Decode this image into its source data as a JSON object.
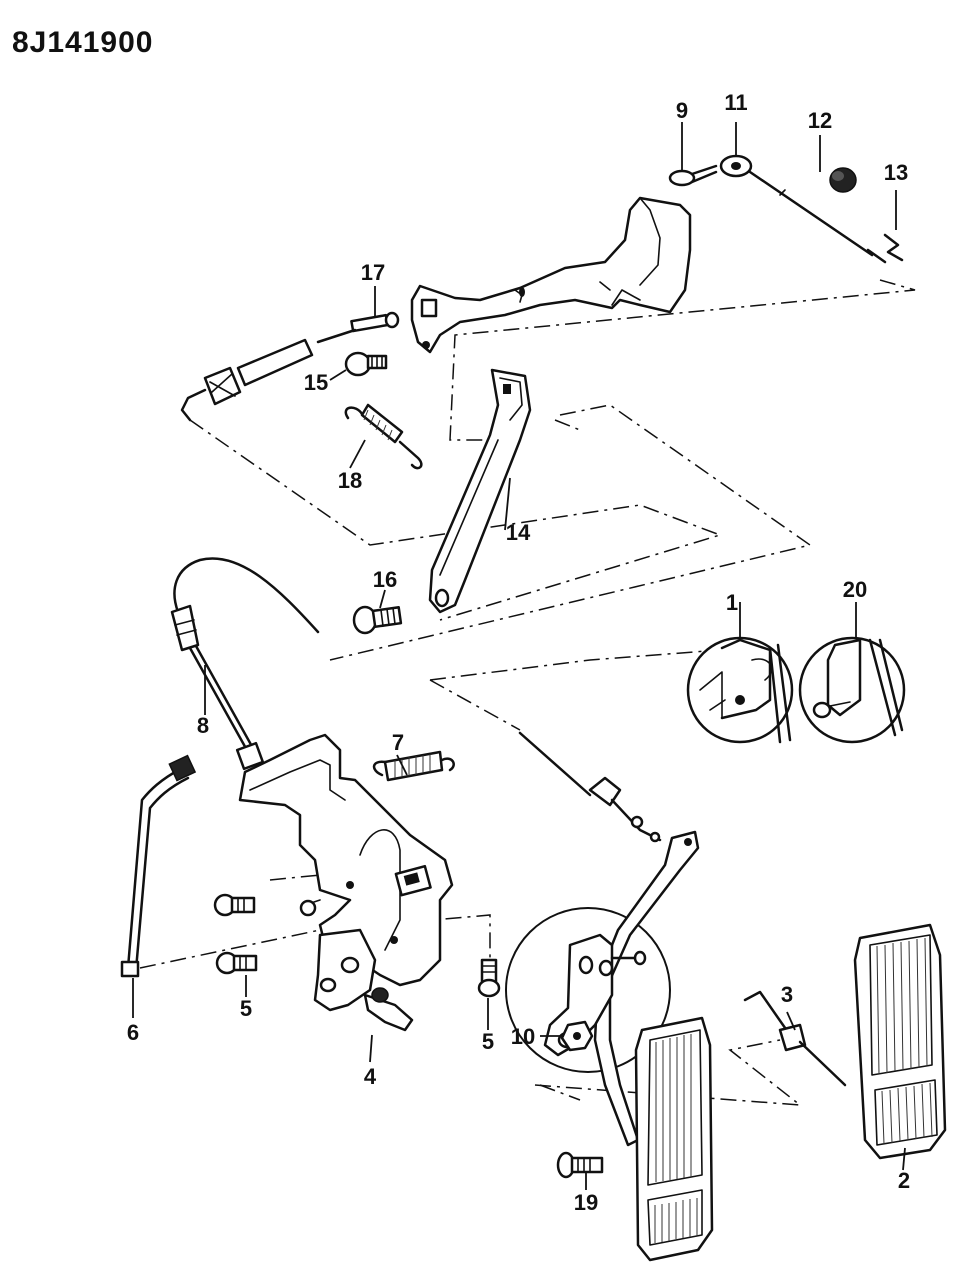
{
  "diagram": {
    "code": "8J141900",
    "callouts": [
      {
        "id": "c1",
        "text": "1"
      },
      {
        "id": "c2",
        "text": "2"
      },
      {
        "id": "c3",
        "text": "3"
      },
      {
        "id": "c4",
        "text": "4"
      },
      {
        "id": "c5a",
        "text": "5"
      },
      {
        "id": "c5b",
        "text": "5"
      },
      {
        "id": "c6",
        "text": "6"
      },
      {
        "id": "c7",
        "text": "7"
      },
      {
        "id": "c8",
        "text": "8"
      },
      {
        "id": "c9",
        "text": "9"
      },
      {
        "id": "c10",
        "text": "10"
      },
      {
        "id": "c11",
        "text": "11"
      },
      {
        "id": "c12",
        "text": "12"
      },
      {
        "id": "c13",
        "text": "13"
      },
      {
        "id": "c14",
        "text": "14"
      },
      {
        "id": "c15",
        "text": "15"
      },
      {
        "id": "c16",
        "text": "16"
      },
      {
        "id": "c17",
        "text": "17"
      },
      {
        "id": "c18",
        "text": "18"
      },
      {
        "id": "c19",
        "text": "19"
      },
      {
        "id": "c20",
        "text": "20"
      }
    ]
  }
}
